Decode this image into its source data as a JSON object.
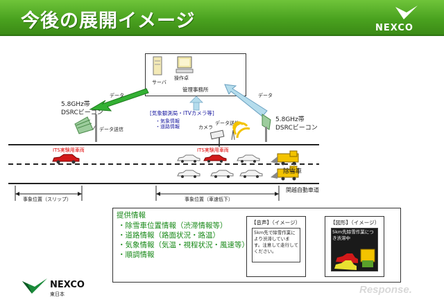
{
  "header": {
    "title": "今後の展開イメージ",
    "logo_text": "NEXCO"
  },
  "colors": {
    "header_green": "#4aa21f",
    "arrow_green": "#33b033",
    "arrow_blue": "#b4dcec",
    "label_red": "#e00000",
    "text_blue": "#1a1aa0",
    "info_green": "#1a8a1a"
  },
  "office": {
    "server_label": "サーバ",
    "console_label": "操作卓",
    "name": "管理事務所"
  },
  "roadside_left": {
    "band": "5.8GHz帯",
    "name": "DSRCビーコン",
    "data_label": "データ",
    "send_label": "データ送信"
  },
  "roadside_right": {
    "band": "5.8GHz帯",
    "name": "DSRCビーコン",
    "data_label": "データ"
  },
  "observation": {
    "title": "[気象観測局・ITVカメラ等]",
    "items": [
      "・気象情報",
      "・道路情報"
    ],
    "camera_label": "カメラ",
    "send_label": "データ送信"
  },
  "road": {
    "its_vehicle_left": "ITS実験用車両",
    "its_vehicle_center": "ITS実験用車両",
    "snow_removal": "除雪車",
    "road_name": "関越自動車道",
    "event_slip": "事象位置（スリップ）",
    "event_slow": "事象位置（車速低下）"
  },
  "info": {
    "title": "提供情報",
    "lines": [
      "・除雪車位置情報（渋滞情報等）",
      "・道路情報（路面状況・路温）",
      "・気象情報（気温・視程状況・風速等）",
      "・順調情報"
    ],
    "voice": {
      "title": "【音声】（イメージ）",
      "message": "5km先で除雪作業により渋滞しています。注意して走行してください。"
    },
    "graphic": {
      "title": "【図形】（イメージ）",
      "message": "5km先除雪作業につき渋滞中"
    }
  },
  "footer": {
    "logo_text": "NEXCO",
    "logo_sub": "東日本",
    "watermark": "Response."
  }
}
